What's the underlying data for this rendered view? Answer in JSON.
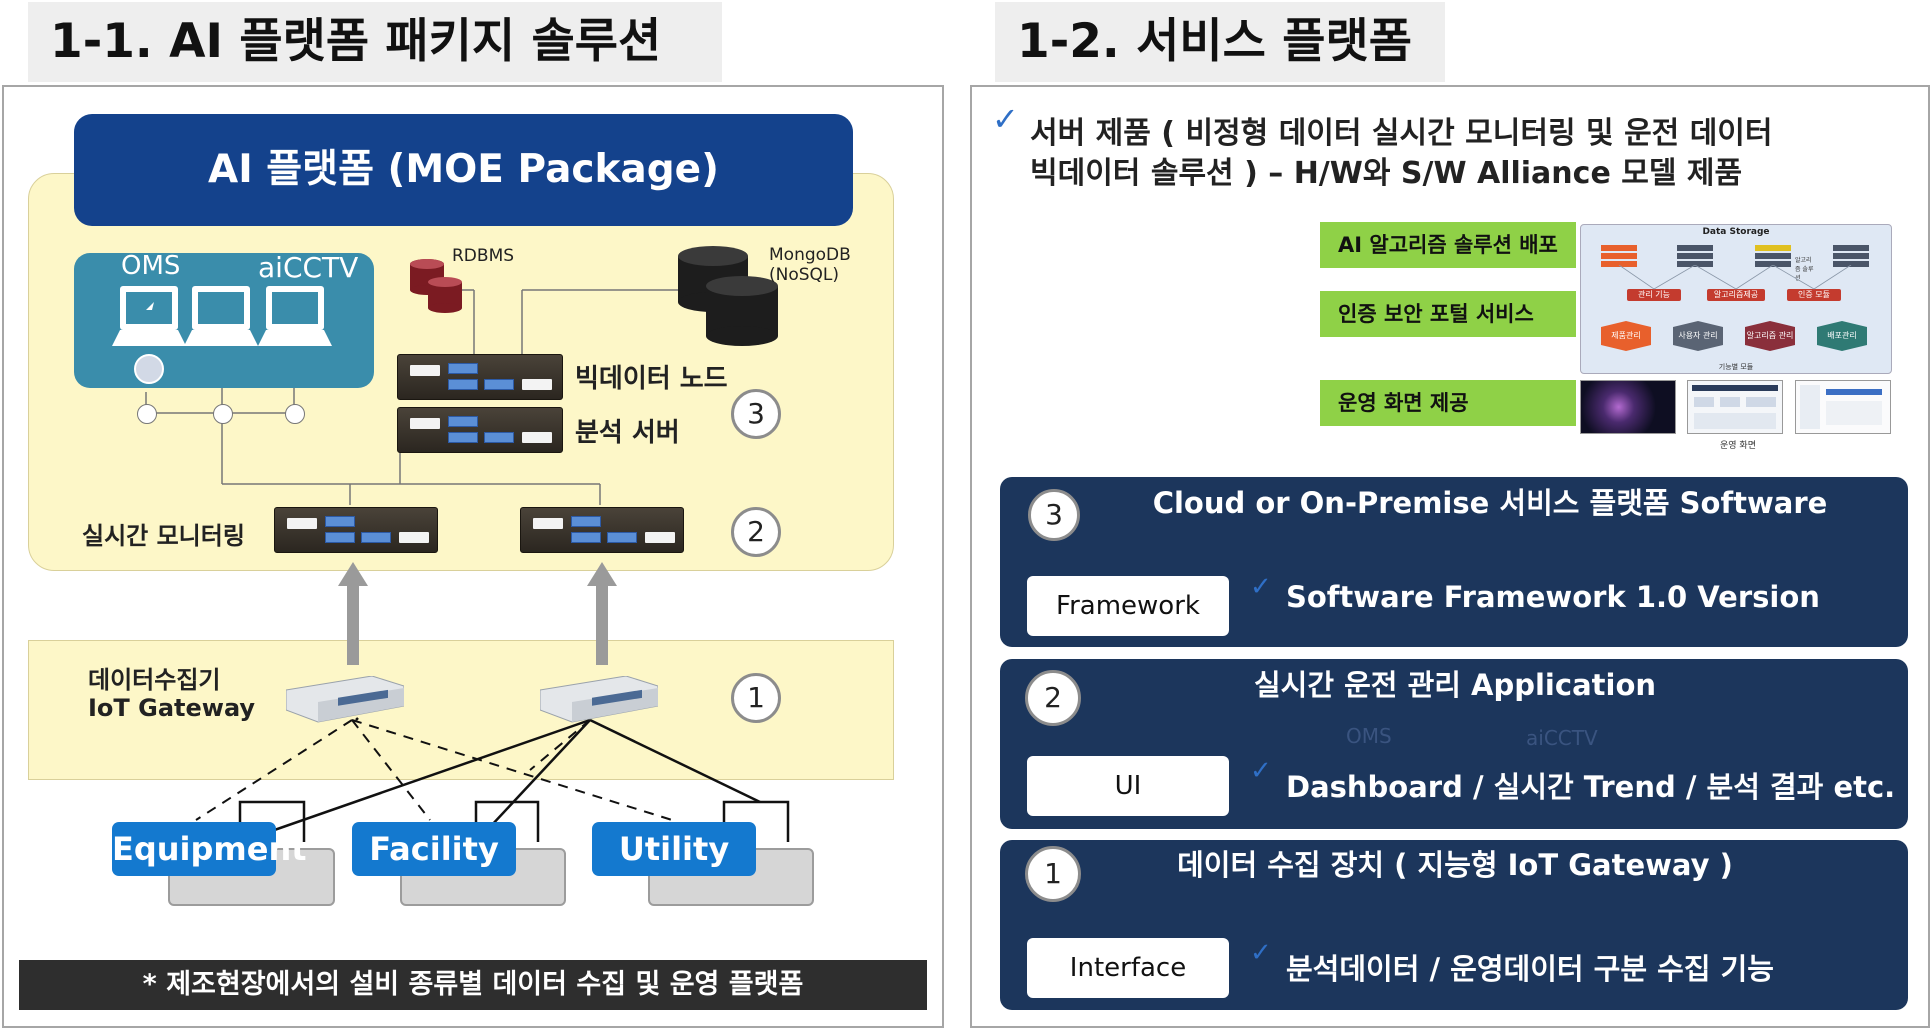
{
  "left": {
    "title": "1-1. AI 플랫폼 패키지 솔루션",
    "banner": "AI 플랫폼 (MOE Package)",
    "oms": "OMS",
    "aicctv": "aiCCTV",
    "rdbms": "RDBMS",
    "mongodb_line1": "MongoDB",
    "mongodb_line2": "(NoSQL)",
    "bigdata_node": "빅데이터 노드",
    "analysis_server": "분석 서버",
    "realtime_monitoring": "실시간 모니터링",
    "collector_line1": "데이터수집기",
    "collector_line2": "IoT Gateway",
    "num3": "3",
    "num2": "2",
    "num1": "1",
    "equipment": "Equipment",
    "facility": "Facility",
    "utility": "Utility",
    "footer": "* 제조현장에서의 설비 종류별 데이터 수집 및 운영 플랫폼"
  },
  "right": {
    "title": "1-2. 서비스 플랫폼",
    "intro_check": "✓",
    "intro_line1": "서버 제품 ( 비정형 데이터 실시간 모니터링 및 운전 데이터",
    "intro_line2": "빅데이터 솔루션 )  –  H/W와 S/W Alliance 모델 제품",
    "green": [
      "AI 알고리즘 솔루션 배포",
      "인증 보안 포털 서비스",
      "운영 화면 제공"
    ],
    "diagram": {
      "title": "Data Storage",
      "side_label": "알고리즘 솔루션",
      "tags": [
        "관리 기능",
        "알고리즘제공",
        "인증 모듈"
      ],
      "modules": [
        "제품관리",
        "사용자 관리",
        "알고리즘 관리",
        "배포관리"
      ],
      "caption": "기능별 모듈"
    },
    "screens_caption": "운영 화면",
    "panels": [
      {
        "num": "3",
        "title": "Cloud or On-Premise  서비스 플랫폼 Software",
        "button": "Framework",
        "check": "✓",
        "text": "Software Framework 1.0 Version"
      },
      {
        "num": "2",
        "title": "실시간 운전 관리  Application",
        "button": "UI",
        "check": "✓",
        "text": "Dashboard / 실시간 Trend / 분석 결과 etc.",
        "faint1": "OMS",
        "faint2": "aiCCTV"
      },
      {
        "num": "1",
        "title": "데이터 수집 장치 ( 지능형  IoT Gateway )",
        "button": "Interface",
        "check": "✓",
        "text": "분석데이터 / 운영데이터 구분 수집 기능"
      }
    ]
  }
}
